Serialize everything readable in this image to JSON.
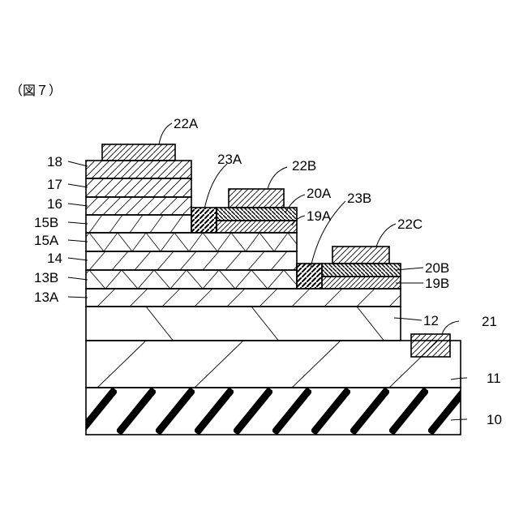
{
  "figure": {
    "caption": "（図７）"
  },
  "labels": {
    "l22A": "22A",
    "l18": "18",
    "l17": "17",
    "l16": "16",
    "l15B": "15B",
    "l15A": "15A",
    "l14": "14",
    "l13B": "13B",
    "l13A": "13A",
    "l23A": "23A",
    "l22B": "22B",
    "l20A": "20A",
    "l19A": "19A",
    "l23B": "23B",
    "l22C": "22C",
    "l20B": "20B",
    "l19B": "19B",
    "l12": "12",
    "l21": "21",
    "l11": "11",
    "l10": "10"
  }
}
